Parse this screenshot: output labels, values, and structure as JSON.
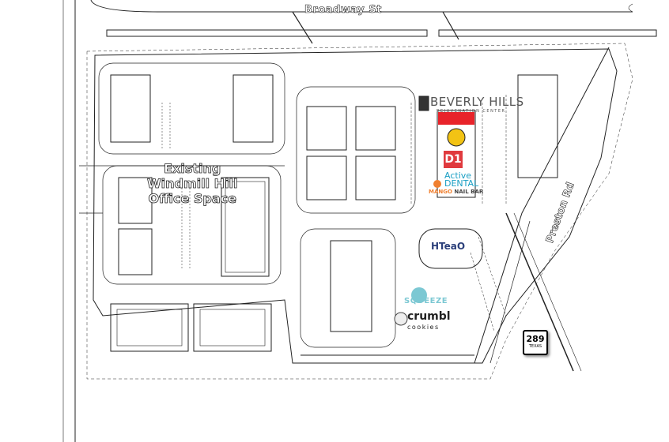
{
  "roads": {
    "north": "Broadway St",
    "east": "Preston Rd"
  },
  "highway_shield": {
    "number": "289",
    "state": "TEXAS"
  },
  "existing_area_label": [
    "Existing",
    "Windmill Hill",
    "Office Space"
  ],
  "tenants": {
    "beverly_hills": {
      "name": "BEVERLY HILLS",
      "subtitle": "REJUVENATION CENTER"
    },
    "d1": "D1",
    "active_dental": [
      "Active",
      "DENTAL"
    ],
    "mango": {
      "brand": "MANGO",
      "rest": " NAIL BAR"
    },
    "htea": "HTeaO",
    "squeeze": "SQUEEZE",
    "crumbl": {
      "name": "crumbl",
      "sub": "cookies"
    }
  },
  "colors": {
    "line": "#222222",
    "red_logo": "#e8232a",
    "dental": "#1a9fc4",
    "squeeze": "#7cc8d3"
  }
}
